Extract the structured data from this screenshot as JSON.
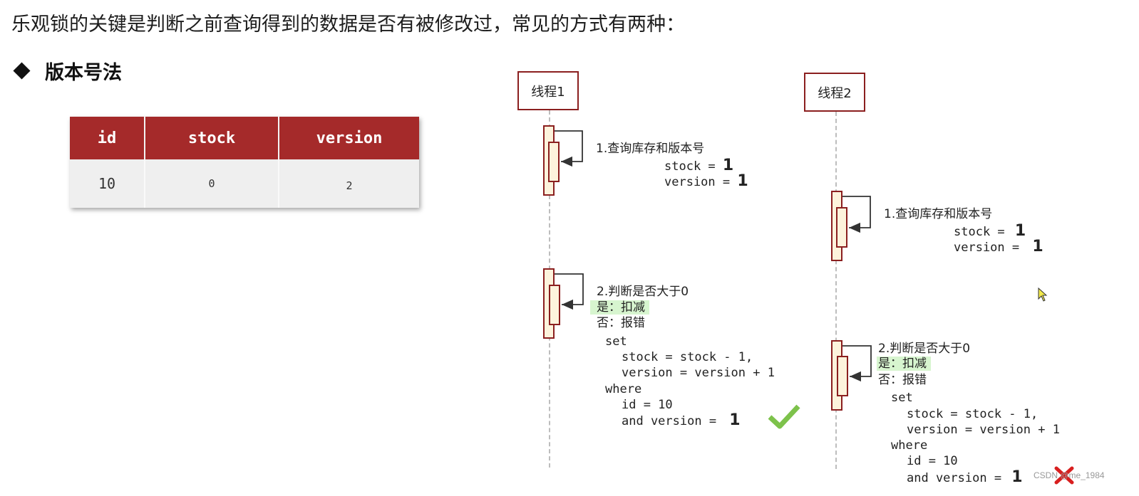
{
  "heading": "乐观锁的关键是判断之前查询得到的数据是否有被修改过，常见的方式有两种：",
  "section_label": "版本号法",
  "table": {
    "headers": [
      "id",
      "stock",
      "version"
    ],
    "row": [
      "10",
      "0",
      "2"
    ]
  },
  "thread1": {
    "name": "线程1",
    "step1": "1.查询库存和版本号",
    "stock_label": "stock = ",
    "stock_val": "1",
    "version_label": "version = ",
    "version_val": "1",
    "step2": "2.判断是否大于0",
    "yes": "是：扣减",
    "no": "否：报错",
    "sql_set": "set",
    "sql_stock": "stock = stock - 1,",
    "sql_version": "version = version + 1",
    "sql_where": "where",
    "sql_id": "id = 10",
    "sql_and": "and version = ",
    "sql_and_val": "1",
    "result": "check-icon"
  },
  "thread2": {
    "name": "线程2",
    "step1": "1.查询库存和版本号",
    "stock_label": "stock = ",
    "stock_val": "1",
    "version_label": "version = ",
    "version_val": "1",
    "step2": "2.判断是否大于0",
    "yes": "是：扣减",
    "no": "否：报错",
    "sql_set": "set",
    "sql_stock": "stock = stock - 1,",
    "sql_version": "version = version + 1",
    "sql_where": "where",
    "sql_id": "id = 10",
    "sql_and": "and version = ",
    "sql_and_val": "1",
    "result": "cross-icon"
  },
  "watermark": "CSDN @me_1984",
  "colors": {
    "header_red": "#a52a2a",
    "border_red": "#8b1f1f",
    "activation_fill": "#fdf3dc",
    "highlight_green": "#d7f5cf",
    "check_green": "#7dc24b",
    "cross_red": "#d81e1e"
  }
}
